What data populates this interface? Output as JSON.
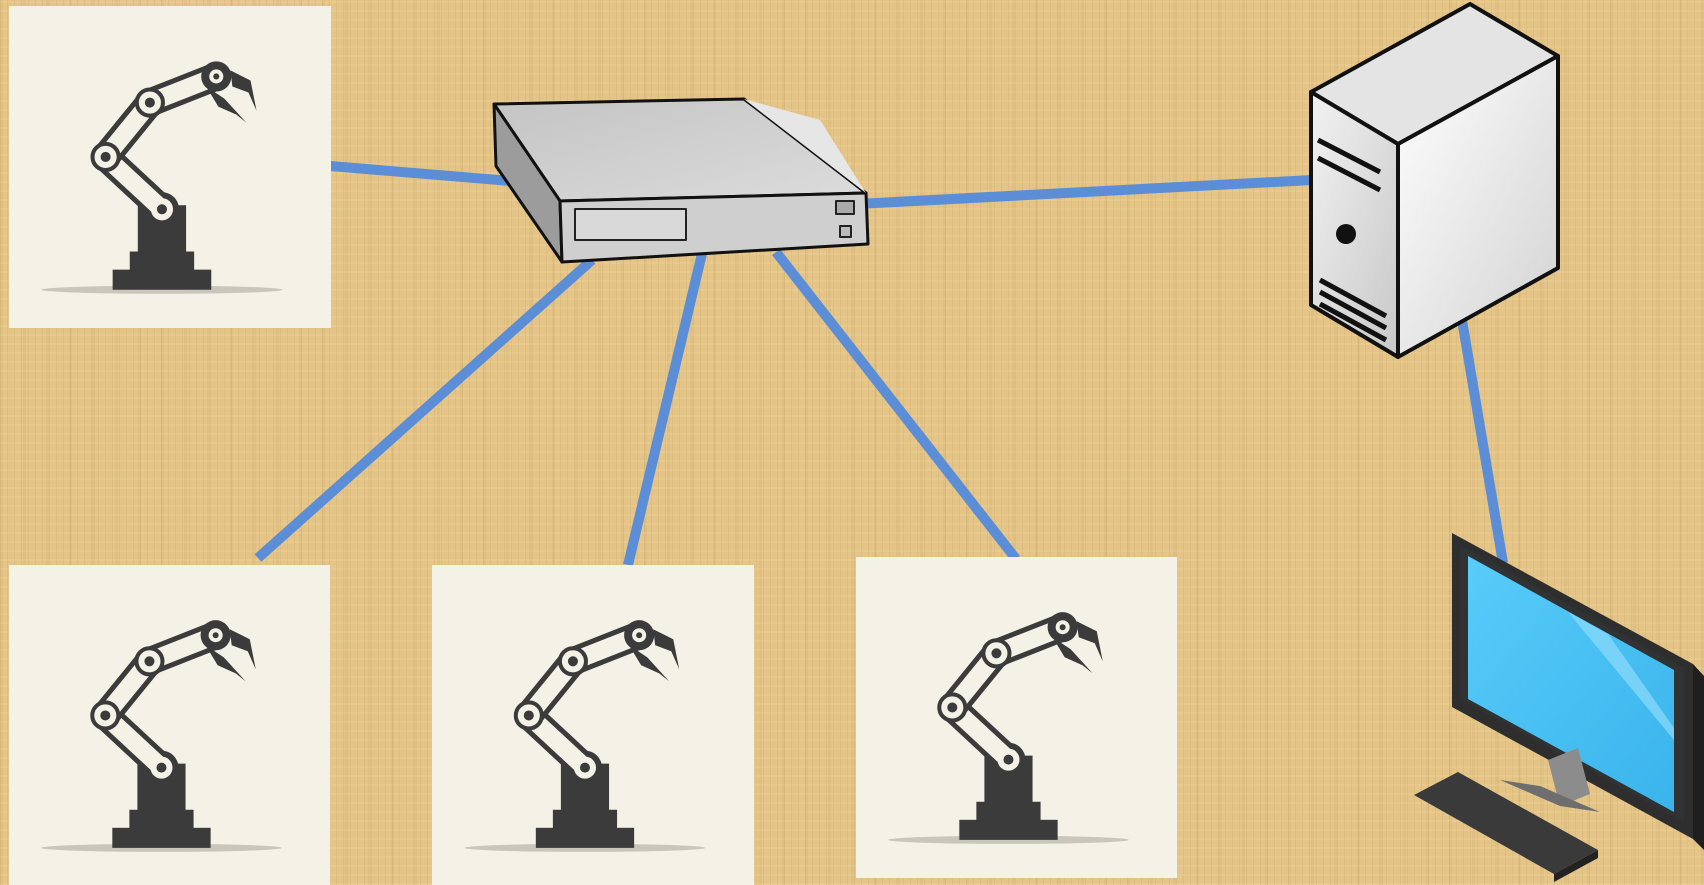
{
  "diagram": {
    "connection_color": "#5b8ed6",
    "tile_color": "#f4f1e6",
    "robot_color": "#3b3b3b",
    "monitor_screen_color": "#4cc3f6",
    "nodes": [
      {
        "id": "robot-top-left",
        "type": "robot-arm",
        "icon": "robot-arm-icon"
      },
      {
        "id": "robot-bottom-left",
        "type": "robot-arm",
        "icon": "robot-arm-icon"
      },
      {
        "id": "robot-bottom-middle",
        "type": "robot-arm",
        "icon": "robot-arm-icon"
      },
      {
        "id": "robot-bottom-right",
        "type": "robot-arm",
        "icon": "robot-arm-icon"
      },
      {
        "id": "network-switch",
        "type": "switch",
        "icon": "network-switch-icon"
      },
      {
        "id": "server",
        "type": "server",
        "icon": "server-tower-icon"
      },
      {
        "id": "monitor",
        "type": "monitor",
        "icon": "monitor-icon"
      }
    ],
    "connections": [
      {
        "from": "robot-top-left",
        "to": "network-switch"
      },
      {
        "from": "robot-bottom-left",
        "to": "network-switch"
      },
      {
        "from": "robot-bottom-middle",
        "to": "network-switch"
      },
      {
        "from": "robot-bottom-right",
        "to": "network-switch"
      },
      {
        "from": "network-switch",
        "to": "server"
      },
      {
        "from": "server",
        "to": "monitor"
      }
    ]
  }
}
